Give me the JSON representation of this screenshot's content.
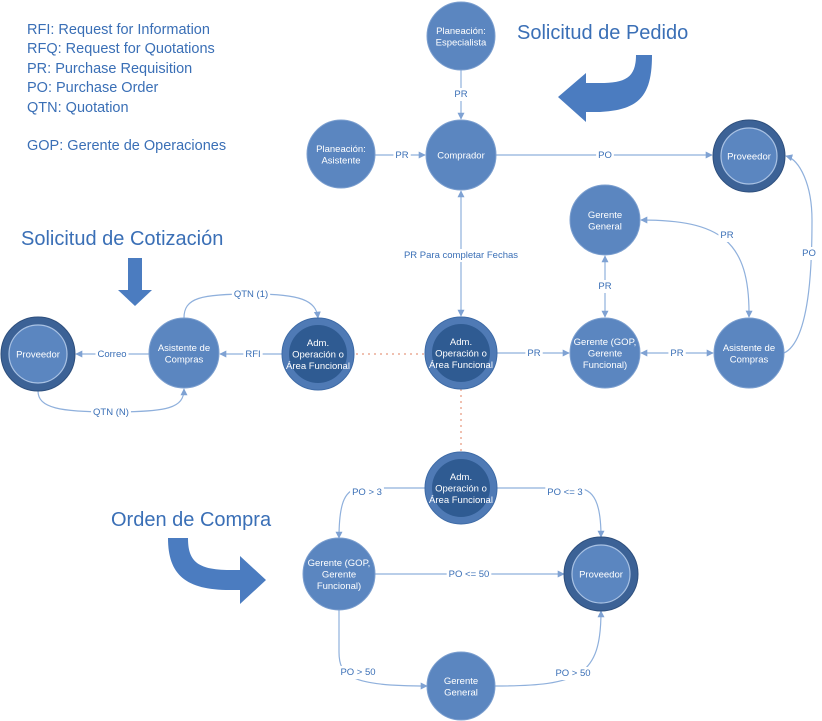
{
  "legend": {
    "rfi": "RFI: Request for Information",
    "rfq": "RFQ: Request for Quotations",
    "pr": "PR: Purchase Requisition",
    "po": "PO: Purchase Order",
    "qtn": "QTN: Quotation",
    "gop": "GOP: Gerente de Operaciones"
  },
  "titles": {
    "pedido": "Solicitud de Pedido",
    "cotizacion": "Solicitud de Cotización",
    "orden": "Orden de Compra"
  },
  "colors": {
    "node_fill": "#5b86c0",
    "node_stroke": "#ffffff",
    "ring_outer": "#3c6296",
    "ring_inner": "#5b86c0",
    "adm_outer": "#4f7ab5",
    "adm_inner": "#2f5b92",
    "edge": "#8fb0dc",
    "edge_label": "#3a6fb6",
    "dotted": "#e08060",
    "arrow": "#4b7cc0"
  },
  "nodes": [
    {
      "id": "planeacion-especialista",
      "label": [
        "Planeación:",
        "Especialista"
      ],
      "style": "plain"
    },
    {
      "id": "planeacion-asistente",
      "label": [
        "Planeación:",
        "Asistente"
      ],
      "style": "plain"
    },
    {
      "id": "comprador",
      "label": [
        "Comprador"
      ],
      "style": "plain"
    },
    {
      "id": "proveedor-pedido",
      "label": [
        "Proveedor"
      ],
      "style": "ring"
    },
    {
      "id": "gerente-general-1",
      "label": [
        "Gerente",
        "General"
      ],
      "style": "plain"
    },
    {
      "id": "proveedor-cotizacion",
      "label": [
        "Proveedor"
      ],
      "style": "ring"
    },
    {
      "id": "asistente-compras-1",
      "label": [
        "Asistente de",
        "Compras"
      ],
      "style": "plain"
    },
    {
      "id": "adm-1",
      "label": [
        "Adm.",
        "Operación o",
        "Área Funcional"
      ],
      "style": "adm"
    },
    {
      "id": "adm-2",
      "label": [
        "Adm.",
        "Operación o",
        "Área Funcional"
      ],
      "style": "adm"
    },
    {
      "id": "gerente-gop-1",
      "label": [
        "Gerente (GOP,",
        "Gerente",
        "Funcional)"
      ],
      "style": "plain"
    },
    {
      "id": "asistente-compras-2",
      "label": [
        "Asistente de",
        "Compras"
      ],
      "style": "plain"
    },
    {
      "id": "adm-3",
      "label": [
        "Adm.",
        "Operación o",
        "Área Funcional"
      ],
      "style": "adm"
    },
    {
      "id": "gerente-gop-2",
      "label": [
        "Gerente (GOP,",
        "Gerente",
        "Funcional)"
      ],
      "style": "plain"
    },
    {
      "id": "proveedor-orden",
      "label": [
        "Proveedor"
      ],
      "style": "ring"
    },
    {
      "id": "gerente-general-2",
      "label": [
        "Gerente",
        "General"
      ],
      "style": "plain"
    }
  ],
  "edges": [
    {
      "id": "e-esp-comp",
      "label": "PR"
    },
    {
      "id": "e-asis-comp",
      "label": "PR"
    },
    {
      "id": "e-comp-prov",
      "label": "PO"
    },
    {
      "id": "e-comp-adm2",
      "label": "PR Para completar Fechas"
    },
    {
      "id": "e-adm2-ger",
      "label": "PR"
    },
    {
      "id": "e-ger-gg",
      "label": "PR"
    },
    {
      "id": "e-gg-asis2",
      "label": "PR"
    },
    {
      "id": "e-ger-asis2",
      "label": "PR"
    },
    {
      "id": "e-asis2-prov",
      "label": "PO"
    },
    {
      "id": "e-adm1-asis1",
      "label": "RFI"
    },
    {
      "id": "e-asis1-prov",
      "label": "Correo"
    },
    {
      "id": "e-asis1-adm1",
      "label": "QTN (1)"
    },
    {
      "id": "e-prov-asis1",
      "label": "QTN (N)"
    },
    {
      "id": "e-adm3-ger2",
      "label": "PO > 3"
    },
    {
      "id": "e-adm3-prov",
      "label": "PO <= 3"
    },
    {
      "id": "e-ger2-prov",
      "label": "PO <= 50"
    },
    {
      "id": "e-ger2-gg2",
      "label": "PO > 50"
    },
    {
      "id": "e-gg2-prov",
      "label": "PO > 50"
    }
  ]
}
